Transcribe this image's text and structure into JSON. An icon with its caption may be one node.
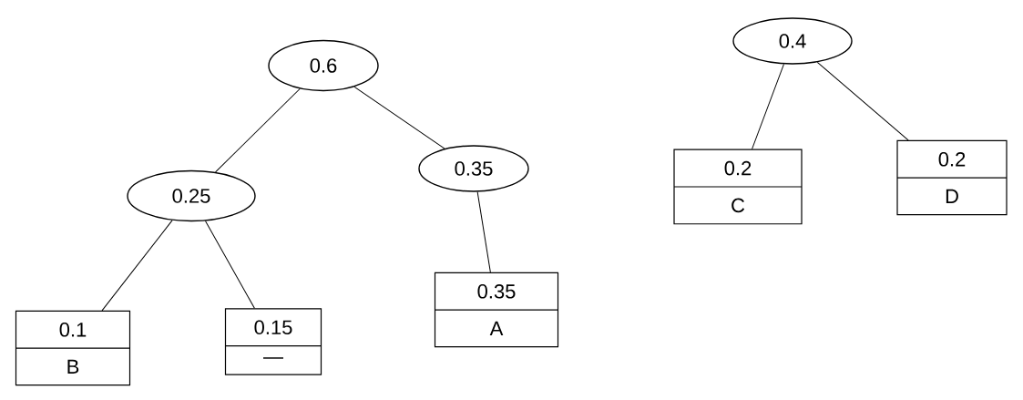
{
  "diagram": {
    "nodes": [
      {
        "text": [
          "0.6"
        ]
      },
      {
        "text": [
          "0.25"
        ]
      },
      {
        "text": [
          "0.35"
        ]
      },
      {
        "text": [
          "0.1",
          "B"
        ]
      },
      {
        "text": [
          "0.15",
          "—"
        ]
      },
      {
        "text": [
          "0.35",
          "A"
        ]
      },
      {
        "text": [
          "0.4"
        ]
      },
      {
        "text": [
          "0.2",
          "C"
        ]
      },
      {
        "text": [
          "0.2",
          "D"
        ]
      }
    ],
    "edges": [
      {
        "from": 0,
        "to": 1,
        "arrow": "none"
      },
      {
        "from": 0,
        "to": 2,
        "arrow": "none"
      },
      {
        "from": 1,
        "to": 3,
        "arrow": "none"
      },
      {
        "from": 1,
        "to": 4,
        "arrow": "none"
      },
      {
        "from": 2,
        "to": 5,
        "arrow": "none"
      },
      {
        "from": 6,
        "to": 7,
        "arrow": "none"
      },
      {
        "from": 6,
        "to": 8,
        "arrow": "none"
      }
    ]
  }
}
